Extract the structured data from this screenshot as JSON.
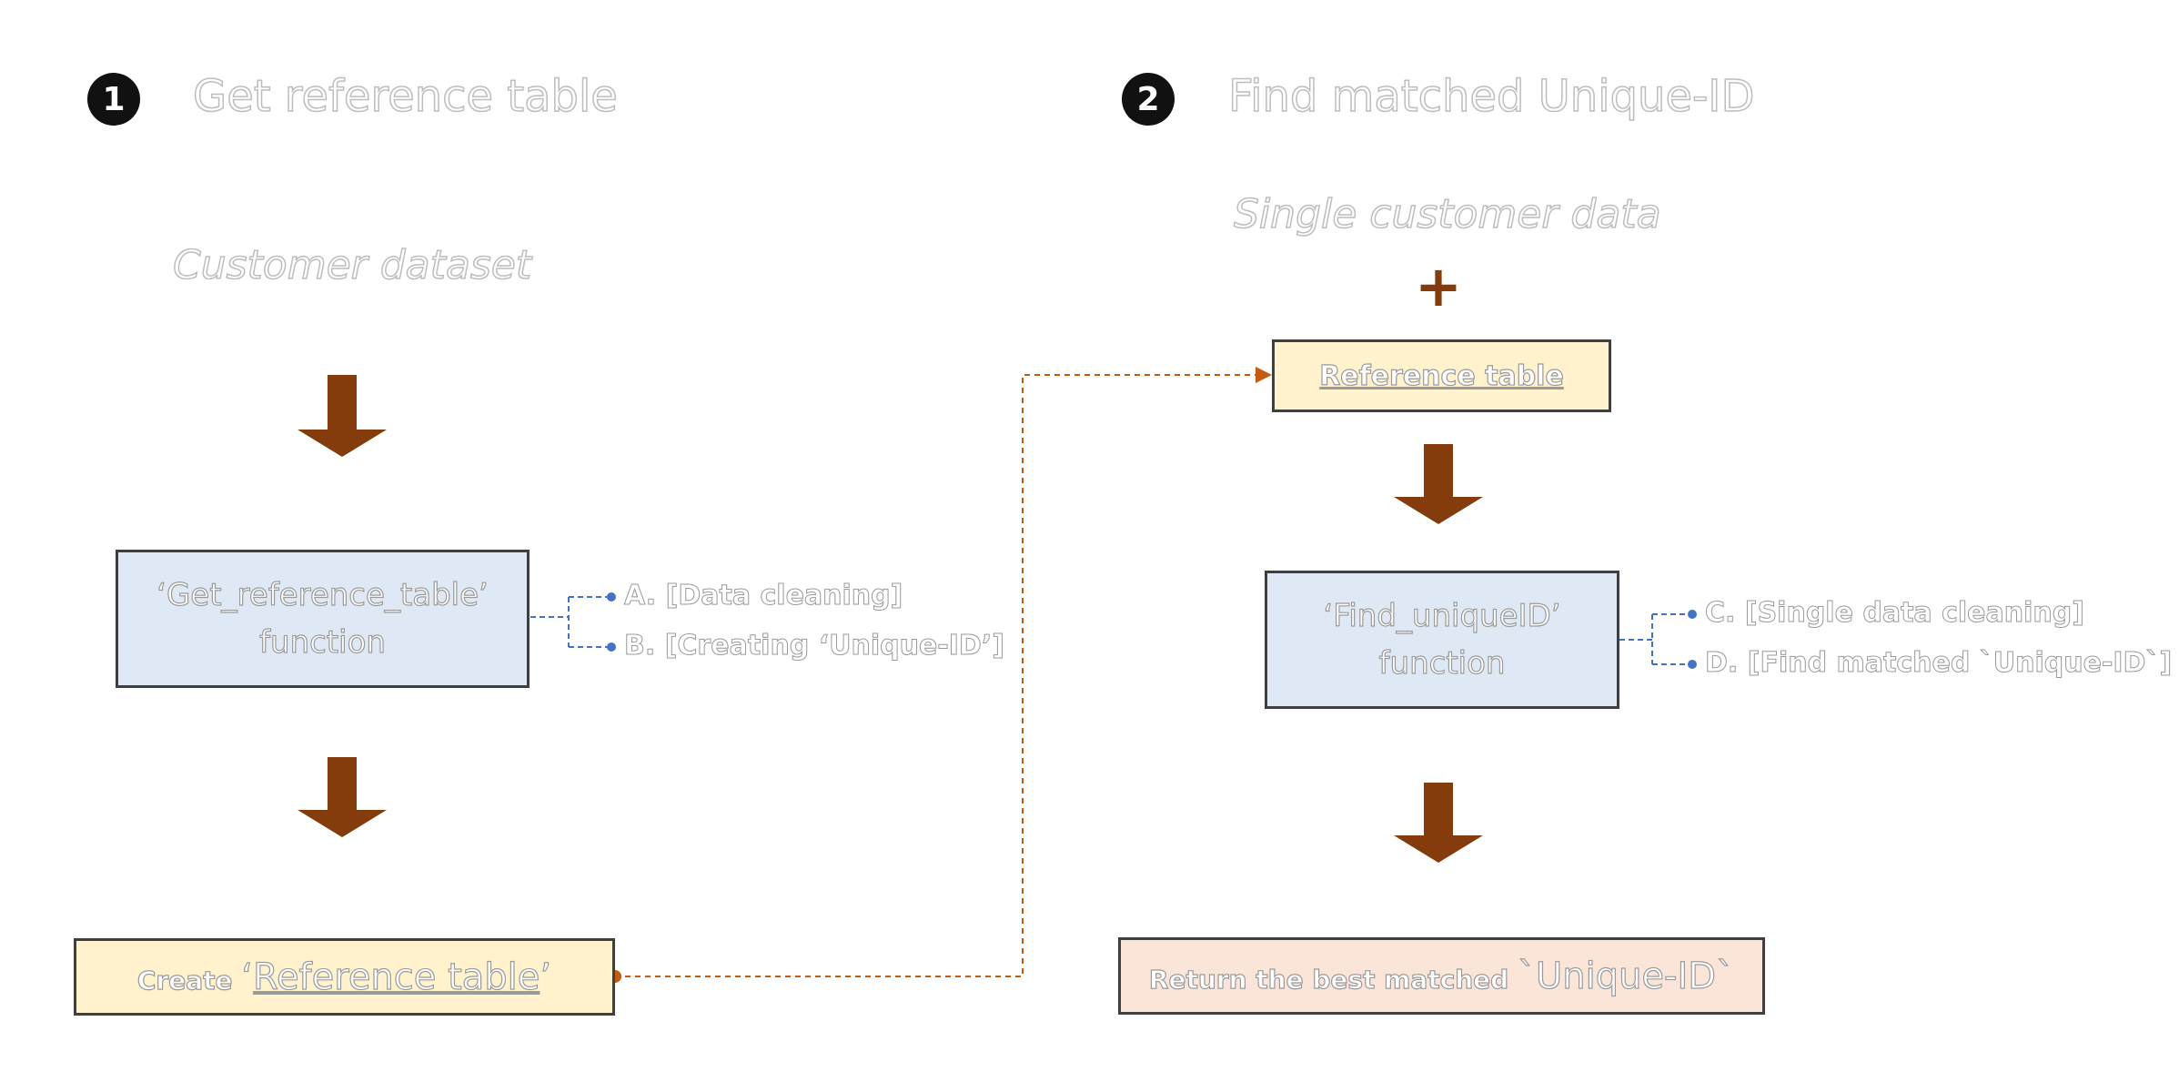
{
  "steps": [
    {
      "badge": "1",
      "title": "Get reference table"
    },
    {
      "badge": "2",
      "title": "Find matched Unique-ID"
    }
  ],
  "left": {
    "input_label": "Customer dataset",
    "function_box": {
      "line1": "‘Get_reference_table’",
      "line2": "function"
    },
    "sub_items": [
      "A. [Data cleaning]",
      "B. [Creating ‘Unique-ID’]"
    ],
    "output_box": {
      "prefix": "Create ",
      "quote_open": "‘",
      "name": "Reference table",
      "quote_close": "’"
    }
  },
  "right": {
    "input_label": "Single customer data",
    "plus": "+",
    "reference_box": "Reference table",
    "function_box": {
      "line1": "‘Find_uniqueID’",
      "line2": "function"
    },
    "sub_items": [
      "C. [Single data cleaning]",
      "D. [Find matched `Unique-ID`]"
    ],
    "output_box": {
      "prefix": "Return the best matched ",
      "name": "`Unique-ID`"
    }
  },
  "colors": {
    "arrow": "#843c0c",
    "function_fill": "#dfe9f5",
    "reference_fill": "#fff2cc",
    "result_fill": "#fbe4d8",
    "connector_blue": "#4472c4",
    "connector_orange": "#c55a11"
  }
}
